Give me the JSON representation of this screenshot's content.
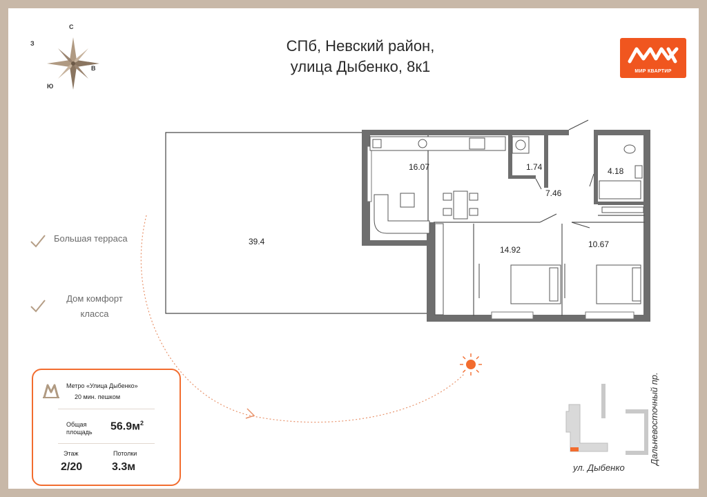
{
  "header": {
    "title_line1": "СПб, Невский район,",
    "title_line2": "улица Дыбенко, 8к1"
  },
  "brand": {
    "logo_text": "МИР КВАРТИР",
    "color": "#f0561f"
  },
  "compass": {
    "north": "С",
    "west": "З",
    "east": "В",
    "south": "Ю"
  },
  "features": [
    {
      "label": "Большая терраса"
    },
    {
      "label_line1": "Дом комфорт",
      "label_line2": "класса"
    }
  ],
  "plan": {
    "terrace_area": "39.4",
    "kitchen_area": "16.07",
    "storage_area": "1.74",
    "hall_area": "7.46",
    "bathroom_area": "4.18",
    "bedroom1_area": "14.92",
    "bedroom2_area": "10.67"
  },
  "info_card": {
    "metro": "Метро «Улица Дыбенко»",
    "walk": "20 мин. пешком",
    "total_area_label_1": "Общая",
    "total_area_label_2": "площадь",
    "total_area_value": "56.9м",
    "total_area_unit_sup": "2",
    "floor_label": "Этаж",
    "floor_value": "2/20",
    "ceiling_label": "Потолки",
    "ceiling_value": "3.3м",
    "accent_color": "#f26c2e"
  },
  "site_map": {
    "street_bottom": "ул. Дыбенко",
    "street_side": "Дальневосточный пр."
  }
}
